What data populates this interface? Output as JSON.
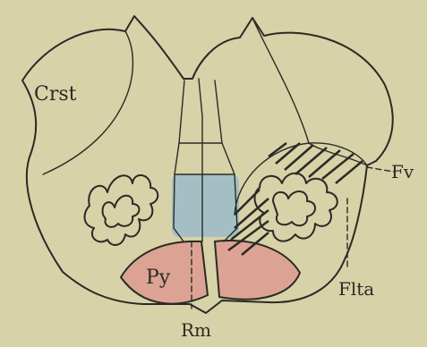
{
  "figure": {
    "labels": {
      "crst": "Crst",
      "py": "Py",
      "fv": "Fv",
      "flta": "Flta",
      "rm": "Rm"
    },
    "colors": {
      "background": "#d7d2a8",
      "pyramid_fill": "#dca394",
      "blue_region": "#8fb6cf",
      "ink": "#2b2a24"
    },
    "regions": {
      "outline": "brainstem-cross-section-outline",
      "crura": "crus-cerebri",
      "olive_nuclei": "olivary-nucleus",
      "pyramids": "pyramid",
      "raphe": "median-raphe",
      "hatched": "hatched-lesion-area"
    }
  }
}
